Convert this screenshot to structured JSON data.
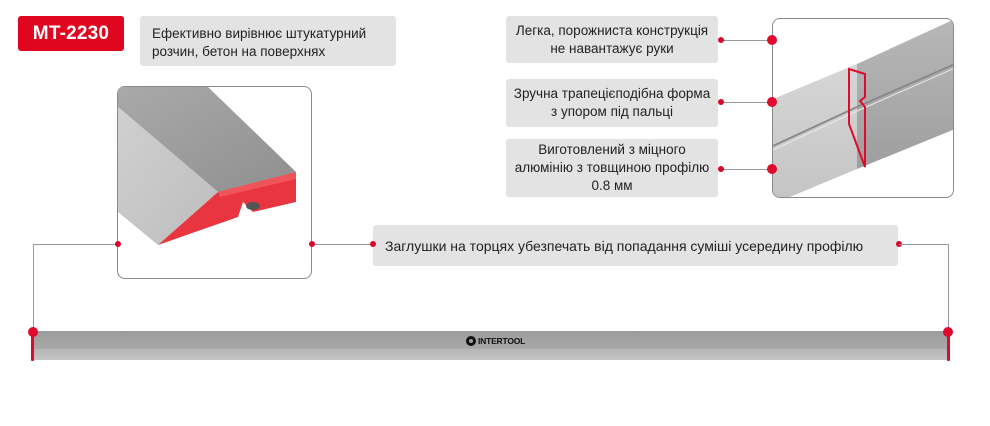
{
  "badge": {
    "model": "MT-2230",
    "color": "#e0061f"
  },
  "callouts": {
    "top_left": "Ефективно вирівнює штукатурний розчин, бетон на поверхнях",
    "right": [
      "Легка, порожниста конструкція не навантажує руки",
      "Зручна трапецієподібна форма з упором під пальці",
      "Виготовлений з міцного алюмінію з товщиною профілю 0.8 мм"
    ],
    "middle": "Заглушки на торцях убезпечать від попадання суміші усередину профілю"
  },
  "product": {
    "brand_logo": "INTERTOOL",
    "logo_icon": "intertool-logo-icon"
  },
  "images": {
    "left_detail": "end-cap-closeup",
    "right_detail": "profile-cross-section"
  },
  "colors": {
    "accent": "#e0061f",
    "callout_bg": "#e3e3e3",
    "connector": "#9a9a9a"
  }
}
